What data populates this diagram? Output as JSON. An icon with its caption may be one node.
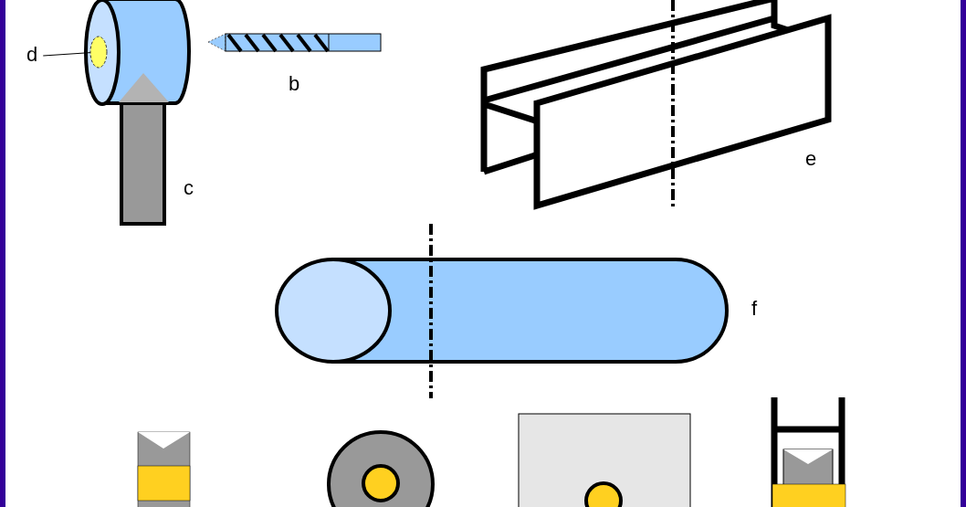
{
  "diagram": {
    "nodes": [
      {
        "text": [
          "d"
        ]
      },
      {
        "text": [],
        "shape": "circle"
      }
    ],
    "edges": [
      {
        "from": 0,
        "to": 1,
        "arrow": "none"
      }
    ],
    "labels": [
      "b",
      "e",
      "c",
      "f"
    ]
  }
}
